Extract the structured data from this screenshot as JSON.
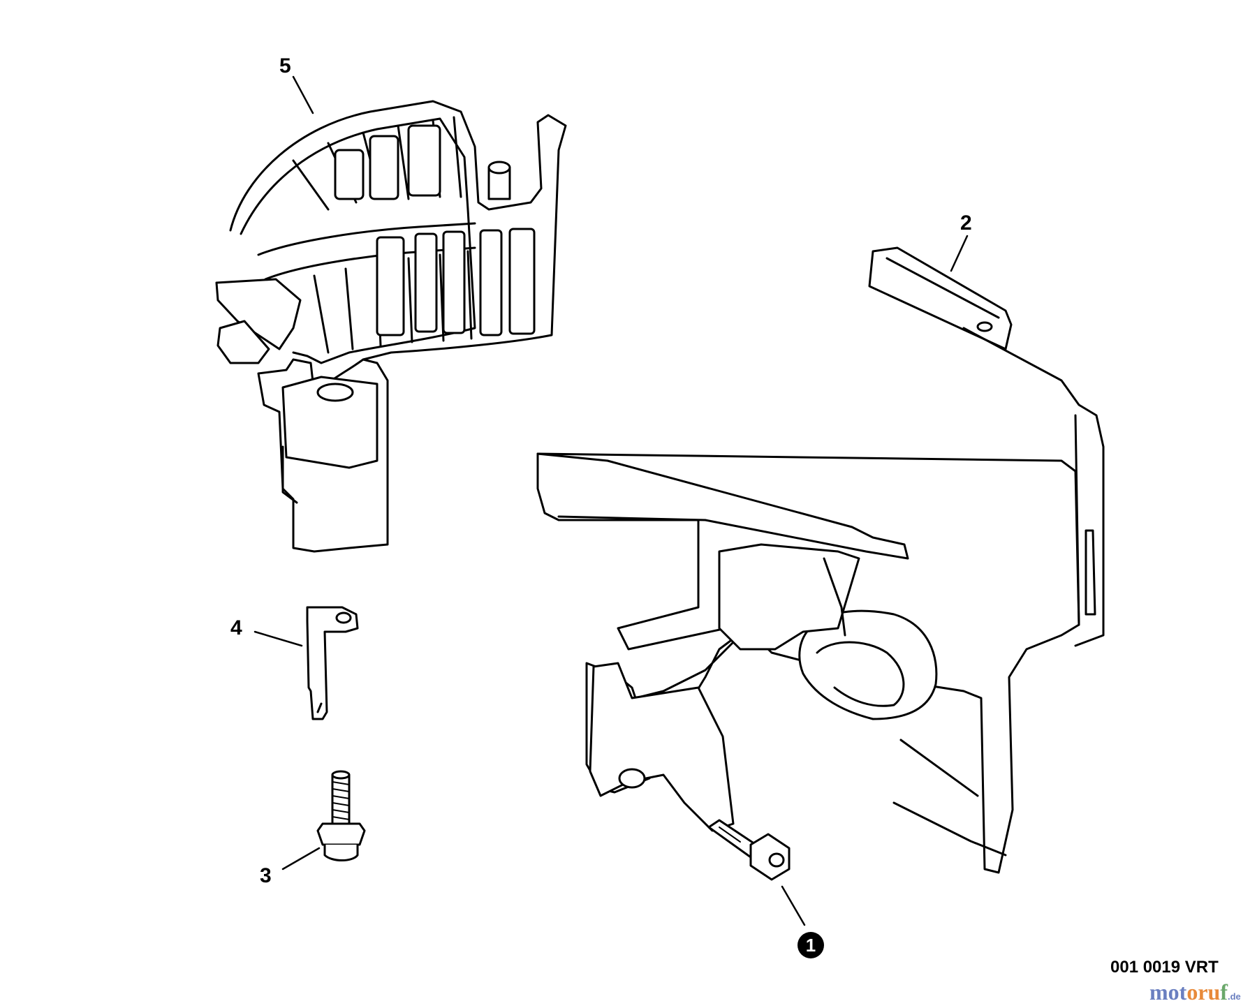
{
  "callouts": [
    {
      "id": "callout-5",
      "label": "5"
    },
    {
      "id": "callout-2",
      "label": "2"
    },
    {
      "id": "callout-4",
      "label": "4"
    },
    {
      "id": "callout-3",
      "label": "3"
    },
    {
      "id": "callout-1",
      "label": "1"
    }
  ],
  "diagram_code": "001 0019 VRT",
  "watermark": {
    "part1": "mot",
    "part2": "oru",
    "part3": "f",
    "tld": ".de"
  },
  "colors": {
    "line": "#000000",
    "background": "#ffffff",
    "watermark_blue": "#6a7fc0",
    "watermark_orange": "#e88a3a",
    "watermark_green": "#6aa86a"
  }
}
